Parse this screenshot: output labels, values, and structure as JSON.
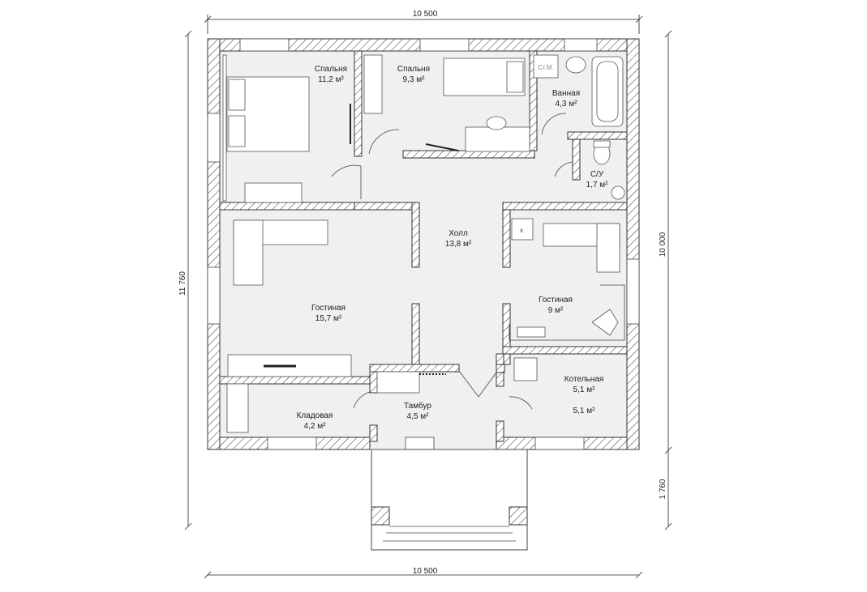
{
  "dimensions": {
    "top_width": "10 500",
    "bottom_width": "10 500",
    "left_height": "11 760",
    "right_house": "10 000",
    "right_porch": "1 760"
  },
  "rooms": {
    "bedroom1": {
      "name": "Спальня",
      "area": "11,2 м²"
    },
    "bedroom2": {
      "name": "Спальня",
      "area": "9,3 м²"
    },
    "bathroom": {
      "name": "Ванная",
      "area": "4,3 м²"
    },
    "washing_machine": "Ст.М.",
    "wc": {
      "name": "С/У",
      "area": "1,7 м²"
    },
    "hall": {
      "name": "Холл",
      "area": "13,8 м²"
    },
    "living1": {
      "name": "Гостиная",
      "area": "15,7 м²"
    },
    "living2": {
      "name": "Гостиная",
      "area": "9 м²"
    },
    "boiler": {
      "name": "Котельная",
      "area": "5,1 м²",
      "area2": "5,1 м²"
    },
    "storage": {
      "name": "Кладовая",
      "area": "4,2 м²"
    },
    "vestibule": {
      "name": "Тамбур",
      "area": "4,5 м²"
    }
  }
}
